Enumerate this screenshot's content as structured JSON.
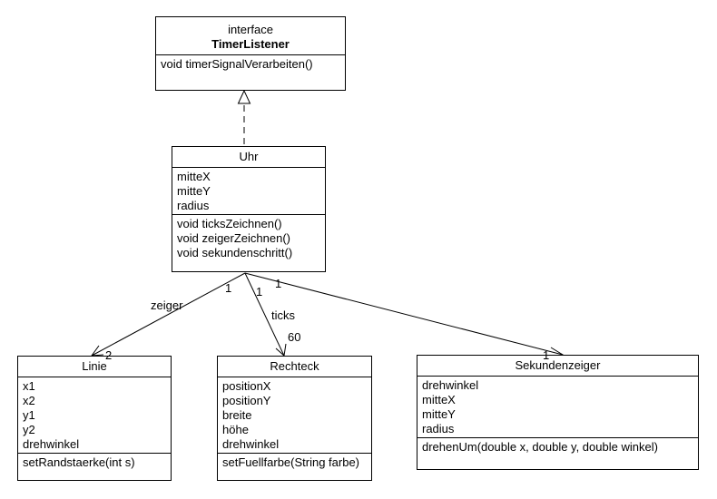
{
  "classes": {
    "timer_listener": {
      "stereotype": "interface",
      "name": "TimerListener",
      "attributes": [],
      "methods": [
        "void timerSignalVerarbeiten()"
      ]
    },
    "uhr": {
      "name": "Uhr",
      "attributes": [
        "mitteX",
        "mitteY",
        "radius"
      ],
      "methods": [
        "void ticksZeichnen()",
        "void zeigerZeichnen()",
        "void sekundenschritt()"
      ]
    },
    "linie": {
      "name": "Linie",
      "attributes": [
        "x1",
        "x2",
        "y1",
        "y2",
        "drehwinkel"
      ],
      "methods": [
        "setRandstaerke(int s)"
      ]
    },
    "rechteck": {
      "name": "Rechteck",
      "attributes": [
        "positionX",
        "positionY",
        "breite",
        "höhe",
        "drehwinkel"
      ],
      "methods": [
        "setFuellfarbe(String farbe)"
      ]
    },
    "sekundenzeiger": {
      "name": "Sekundenzeiger",
      "attributes": [
        "drehwinkel",
        "mitteX",
        "mitteY",
        "radius"
      ],
      "methods": [
        "drehenUm(double x, double y, double winkel)"
      ]
    }
  },
  "associations": {
    "zeiger": {
      "role": "zeiger",
      "source_mult": "1",
      "target_mult": "2"
    },
    "ticks": {
      "role": "ticks",
      "source_mult": "1",
      "target_mult": "60"
    },
    "sekundenzeiger": {
      "role": "",
      "source_mult": "1",
      "target_mult": "1"
    }
  }
}
